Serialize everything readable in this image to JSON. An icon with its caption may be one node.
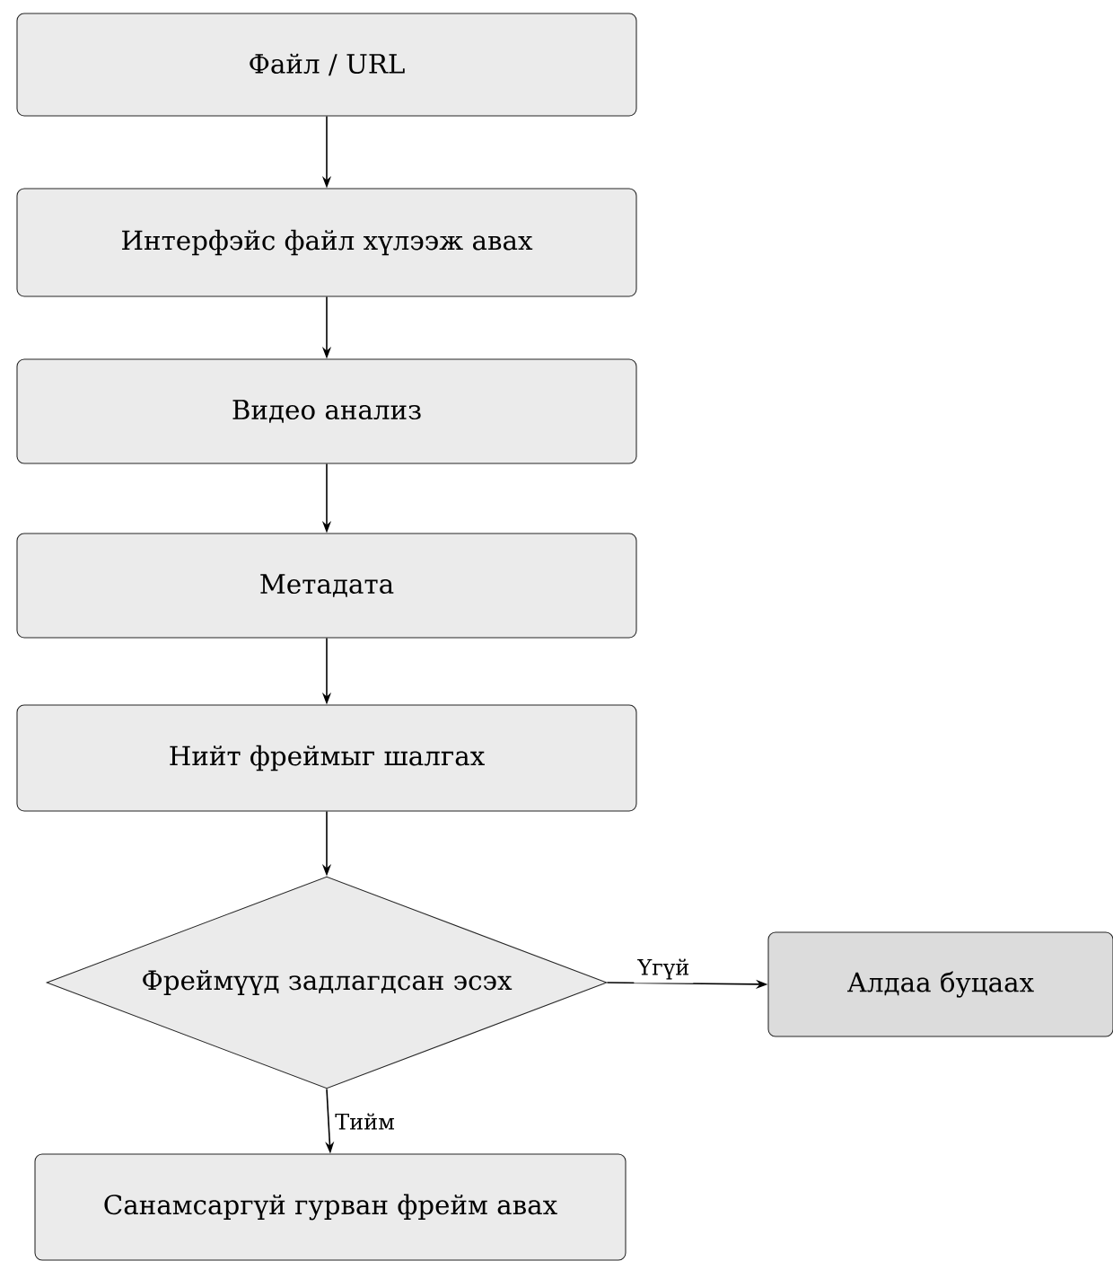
{
  "diagram": {
    "nodes": [
      {
        "text": [
          "Файл / URL"
        ]
      },
      {
        "text": [
          "Интерфэйс файл хүлээж авах"
        ]
      },
      {
        "text": [
          "Видео анализ"
        ]
      },
      {
        "text": [
          "Метадата"
        ]
      },
      {
        "text": [
          "Нийт фреймыг шалгах"
        ]
      },
      {
        "text": [
          "Фреймүүд задлагдсан эсэх"
        ]
      },
      {
        "text": [
          "Алдаа буцаах"
        ]
      },
      {
        "text": [
          "Санамсаргүй гурван фрейм авах"
        ]
      }
    ],
    "edges": [
      {
        "from": 0,
        "to": 1,
        "arrow": "to"
      },
      {
        "from": 1,
        "to": 2,
        "arrow": "to"
      },
      {
        "from": 2,
        "to": 3,
        "arrow": "to"
      },
      {
        "from": 3,
        "to": 4,
        "arrow": "to"
      },
      {
        "from": 4,
        "to": 5,
        "arrow": "to"
      },
      {
        "from": 5,
        "to": 6,
        "arrow": "to",
        "label": "Үгүй"
      },
      {
        "from": 5,
        "to": 7,
        "arrow": "to",
        "label": "Тийм"
      }
    ]
  }
}
